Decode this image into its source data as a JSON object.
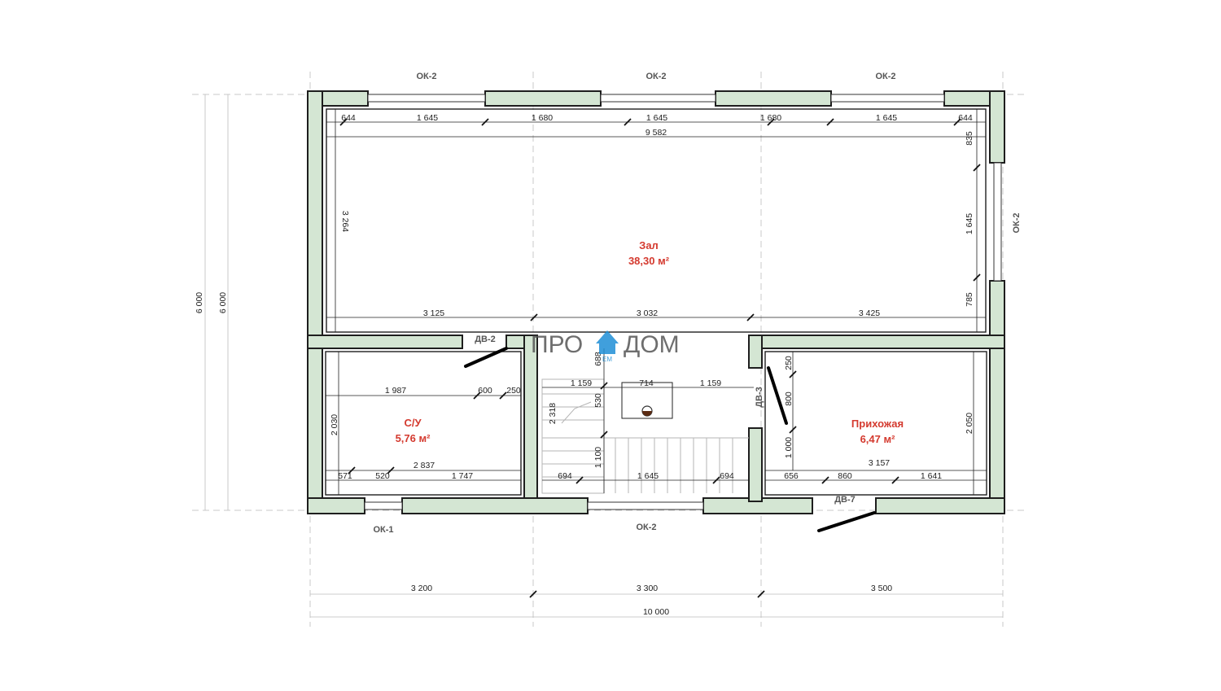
{
  "rooms": [
    {
      "name": "Зал",
      "area": "38,30 м²"
    },
    {
      "name": "С/У",
      "area": "5,76 м²"
    },
    {
      "name": "Прихожая",
      "area": "6,47 м²"
    }
  ],
  "openings": {
    "top_left": "ОК-2",
    "top_mid": "ОК-2",
    "top_right": "ОК-2",
    "right": "ОК-2",
    "bottom_left": "ОК-1",
    "bottom_mid": "ОК-2",
    "door_bath": "ДВ-2",
    "door_hall": "ДВ-3",
    "door_entry": "ДВ-7"
  },
  "dims": {
    "top_row": [
      "644",
      "1 645",
      "1 680",
      "1 645",
      "1 680",
      "1 645",
      "644"
    ],
    "total_inner": "9 582",
    "mid_row": [
      "3 125",
      "3 032",
      "3 425"
    ],
    "left_v": "3 264",
    "right_v": [
      "835",
      "1 645",
      "785"
    ],
    "bath_row": [
      "1 987",
      "600",
      "250"
    ],
    "bath_v": "2 030",
    "bath_bottom": [
      "571",
      "520",
      "2 837",
      "1 747"
    ],
    "stair_top": [
      "1 159",
      "714",
      "1 159"
    ],
    "stair_v": [
      "688",
      "530",
      "2 318",
      "1 100"
    ],
    "stair_bottom": [
      "694",
      "1 645",
      "694"
    ],
    "hall_v_left": [
      "250",
      "800",
      "1 000"
    ],
    "hall_v_right": "2 050",
    "hall_bottom": [
      "656",
      "860",
      "3 157",
      "1 641"
    ],
    "outer_bottom": [
      "3 200",
      "3 300",
      "3 500"
    ],
    "outer_total": "10 000",
    "outer_left": [
      "6 000",
      "6 000"
    ]
  },
  "logo": {
    "left": "ПРО",
    "right": "ДОМ",
    "small": "EM"
  },
  "colors": {
    "wall": "#d4e6d3",
    "room_label": "#d43a2f"
  },
  "icons": [
    "house-icon",
    "chimney-icon"
  ]
}
